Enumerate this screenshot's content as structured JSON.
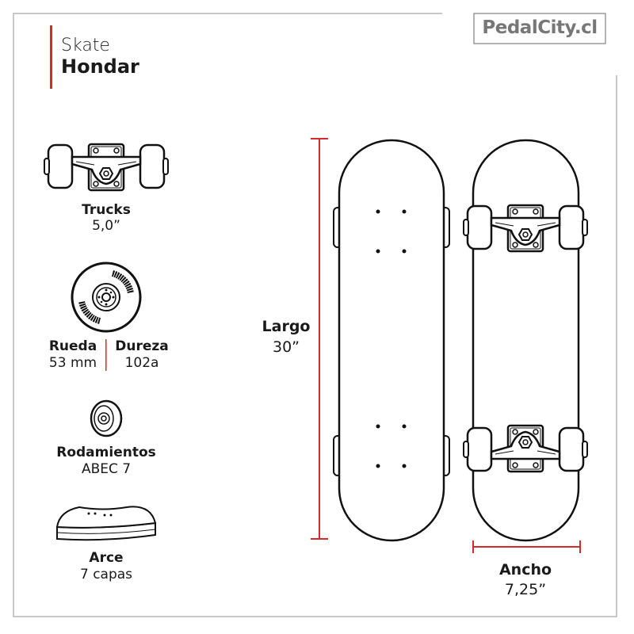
{
  "header": {
    "category": "Skate",
    "model": "Hondar"
  },
  "brand": {
    "logo_text": "PedalCity.cl"
  },
  "specs": {
    "trucks": {
      "label": "Trucks",
      "value": "5,0”"
    },
    "wheel": {
      "label": "Rueda",
      "value": "53 mm"
    },
    "hardness": {
      "label": "Dureza",
      "value": "102a"
    },
    "bearings": {
      "label": "Rodamientos",
      "value": "ABEC 7"
    },
    "deck": {
      "label": "Arce",
      "value": "7 capas"
    },
    "length": {
      "label": "Largo",
      "value": "30”"
    },
    "width": {
      "label": "Ancho",
      "value": "7,25”"
    }
  },
  "colors": {
    "accent": "#d42a2a",
    "frame": "#c8c8c8",
    "logo": "#777777"
  }
}
